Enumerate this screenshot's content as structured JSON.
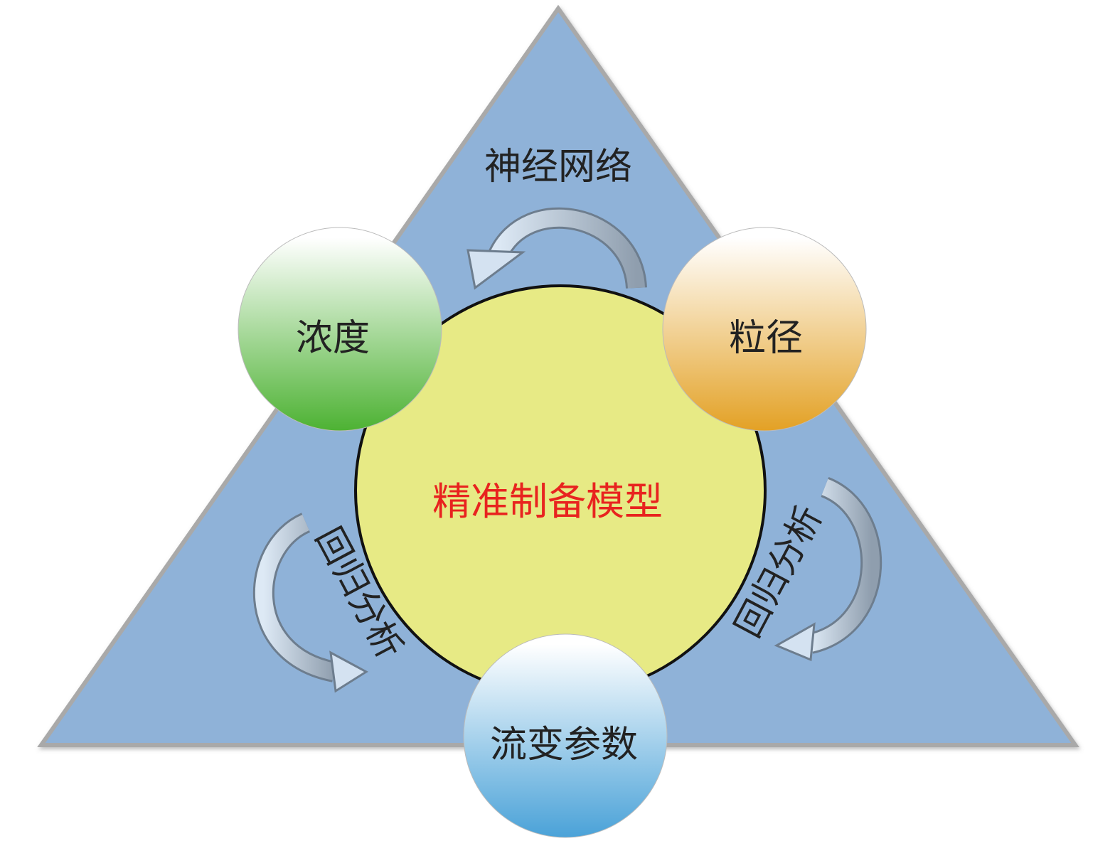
{
  "diagram": {
    "center_label": "精准制备模型",
    "top_method": "神经网络",
    "left_method": "回归分析",
    "right_method": "回归分析",
    "nodes": {
      "concentration": "浓度",
      "particle_size": "粒径",
      "rheology": "流变参数"
    }
  },
  "colors": {
    "triangle": "#8fb2d8",
    "center": "#e7ea85",
    "center_text": "#e8231f",
    "green": "#4db233",
    "orange": "#e3a125",
    "blue": "#4aa2d8"
  }
}
